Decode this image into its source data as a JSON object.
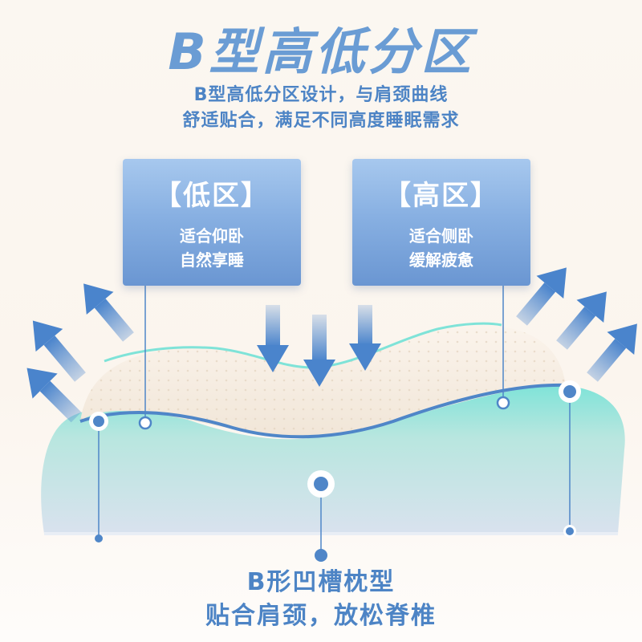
{
  "title": "B型高低分区",
  "subtitle": {
    "line1": "B型高低分区设计，与肩颈曲线",
    "line2": "舒适贴合，满足不同高度睡眠需求"
  },
  "low_zone": {
    "title": "【低区】",
    "line1": "适合仰卧",
    "line2": "自然享睡"
  },
  "high_zone": {
    "title": "【高区】",
    "line1": "适合侧卧",
    "line2": "缓解疲惫"
  },
  "bottom": {
    "line1": "B形凹槽枕型",
    "line2": "贴合肩颈，放松脊椎"
  },
  "colors": {
    "accent": "#4d84c5",
    "title": "#6a9cd4",
    "card": "#88b0e2",
    "pillow_base": "#bfe6e2"
  }
}
